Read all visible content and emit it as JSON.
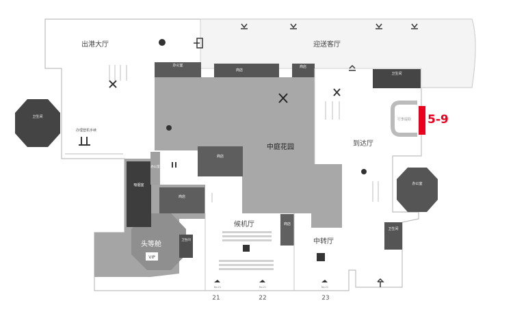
{
  "map": {
    "zones": {
      "departure_hall": "出港大厅",
      "greeting_hall": "迎送客厅",
      "courtyard": "中庭花园",
      "arrival_hall": "到达厅",
      "waiting_hall": "候机厅",
      "first_class": "头等舱",
      "transfer_hall": "中转厅"
    },
    "facilities": {
      "restroom": "卫生间",
      "office": "办公室",
      "shop": "商店",
      "baggage_claim": "行李提取",
      "smoking_room": "吸烟室",
      "checkin_counter": "办理登机手续",
      "vip": "VIP"
    },
    "highlight_label": "5-9",
    "gates": [
      "21",
      "22",
      "23"
    ],
    "gate_small": "No.21"
  },
  "colors": {
    "dark": "#4a4a4a",
    "mid": "#9a9a9a",
    "light": "#c8c8c8",
    "highlight": "#e8001e"
  }
}
